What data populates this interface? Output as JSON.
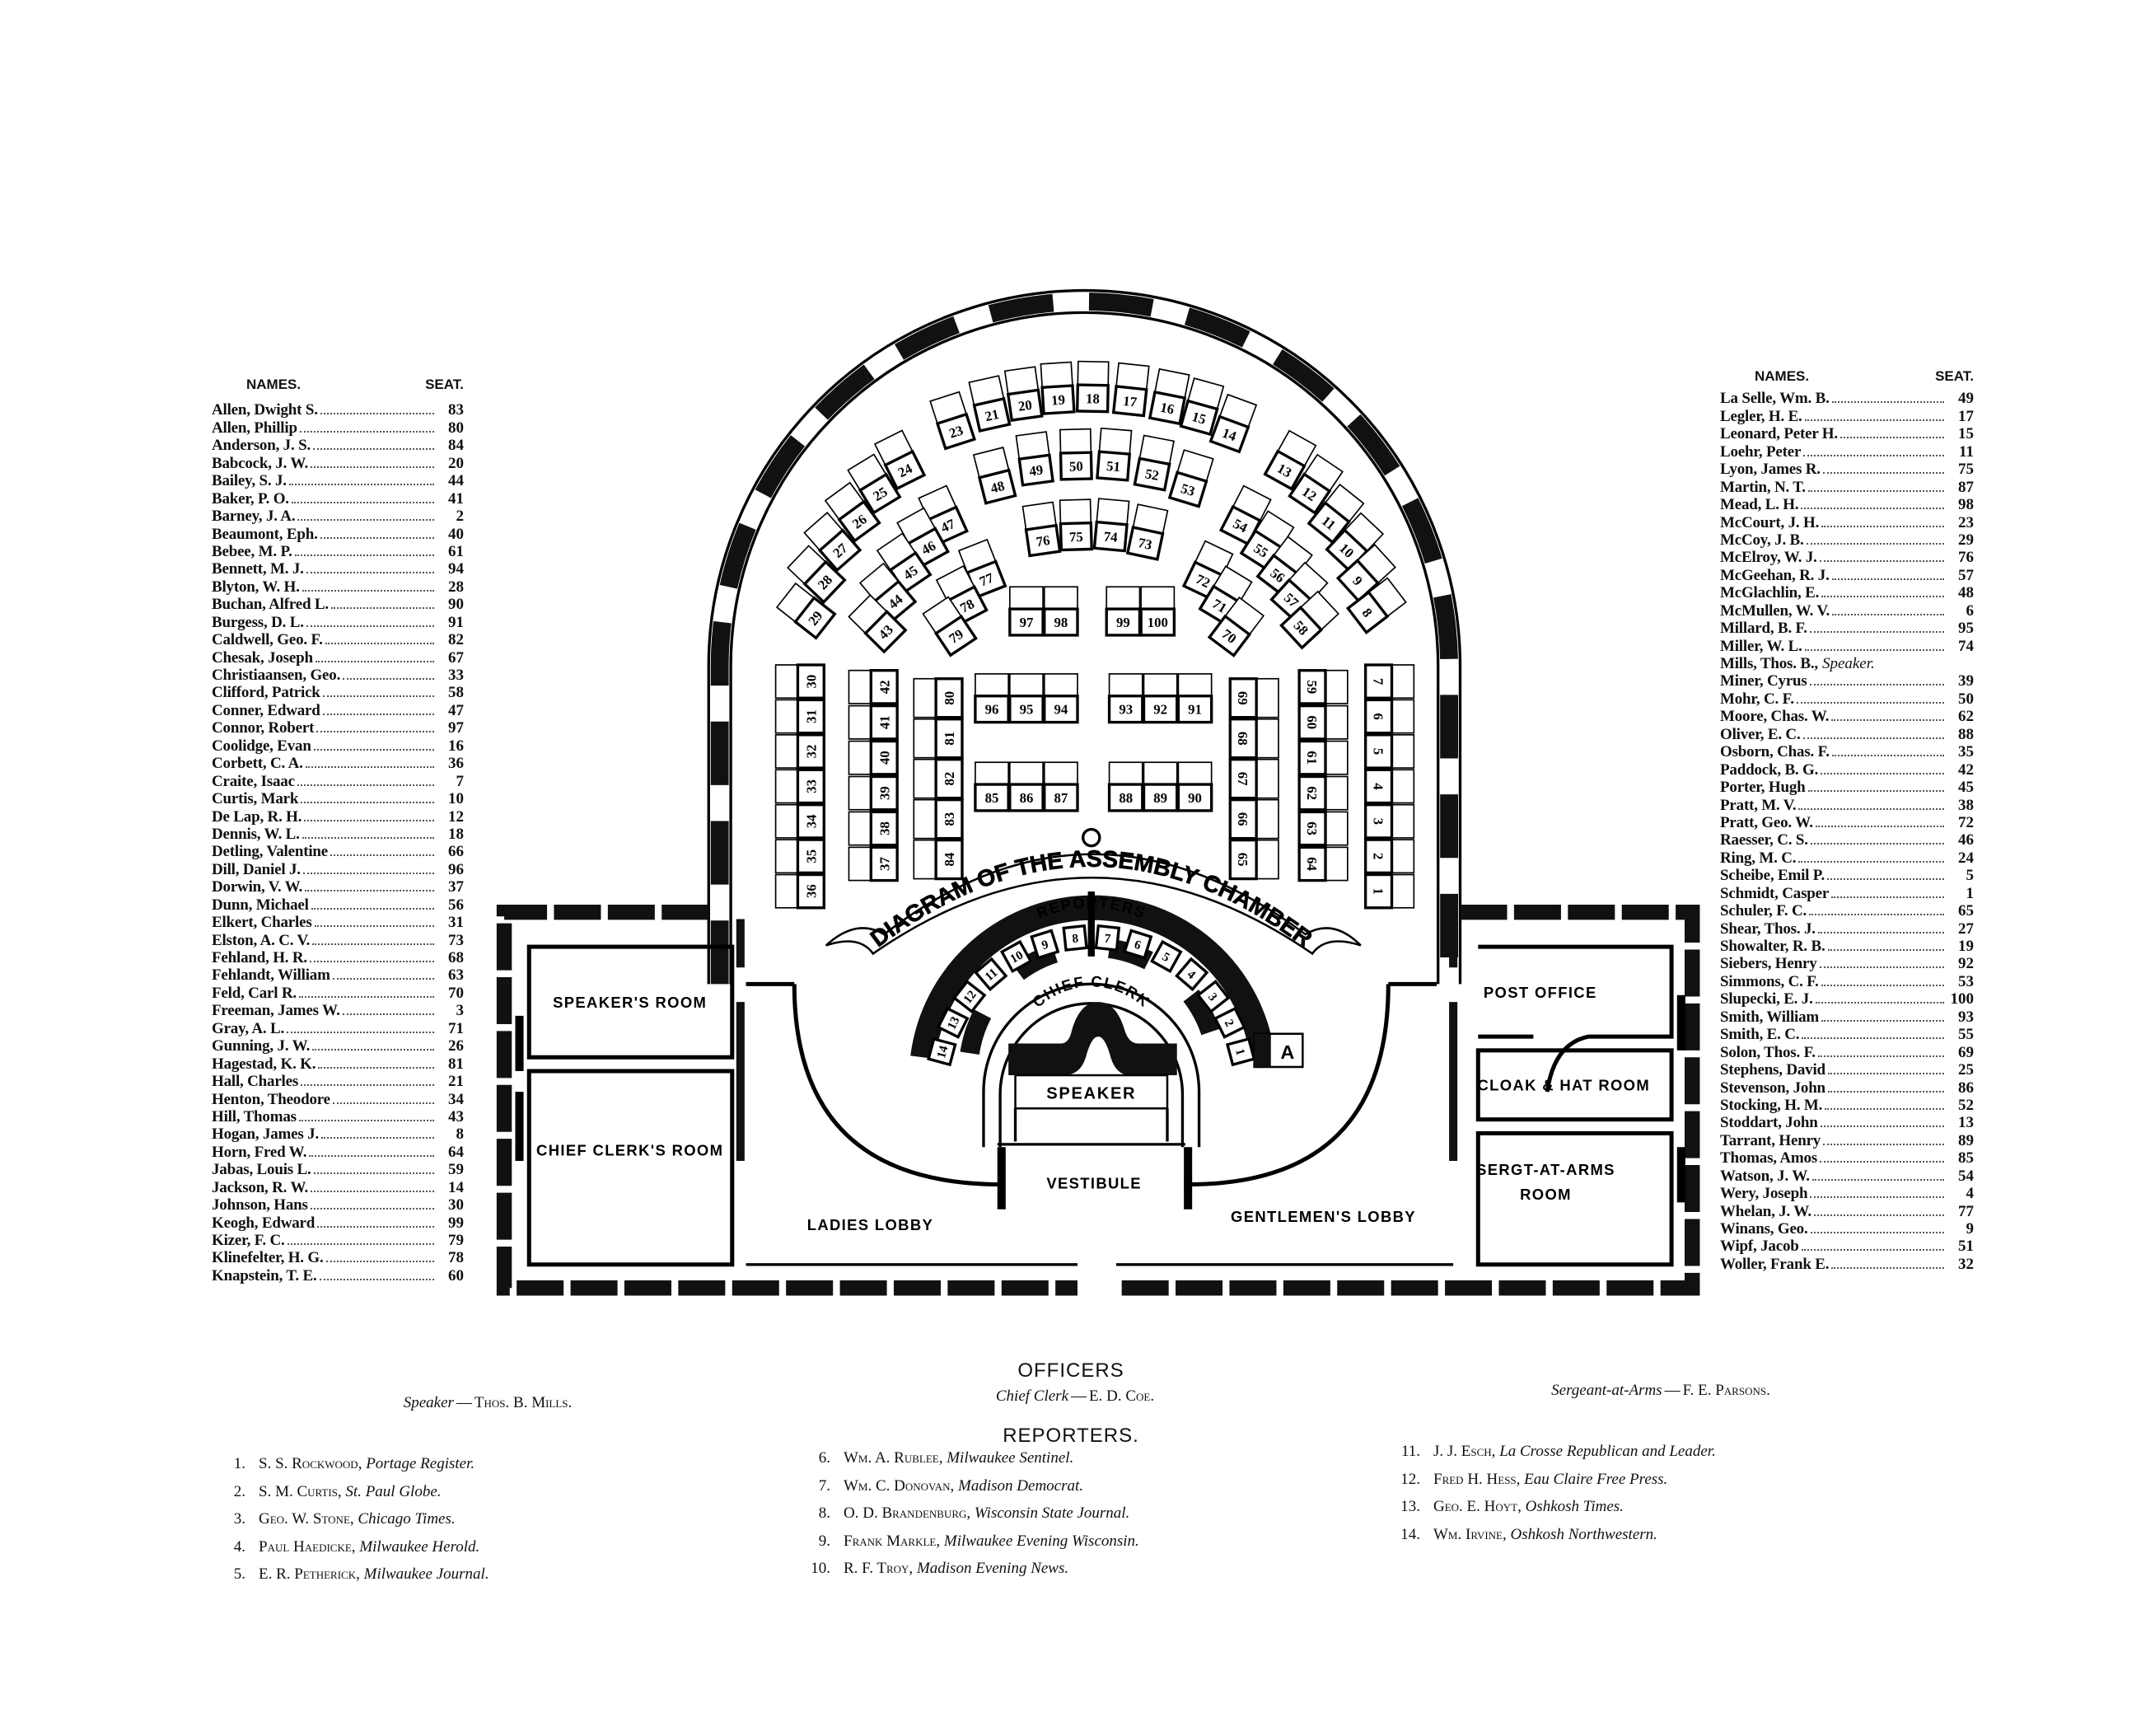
{
  "left_list": {
    "header_names": "NAMES.",
    "header_seat": "SEAT.",
    "members": [
      {
        "name": "Allen, Dwight S.",
        "seat": "83"
      },
      {
        "name": "Allen, Phillip",
        "seat": "80"
      },
      {
        "name": "Anderson, J. S.",
        "seat": "84"
      },
      {
        "name": "Babcock, J. W.",
        "seat": "20"
      },
      {
        "name": "Bailey, S. J.",
        "seat": "44"
      },
      {
        "name": "Baker, P. O.",
        "seat": "41"
      },
      {
        "name": "Barney, J. A.",
        "seat": "2"
      },
      {
        "name": "Beaumont, Eph.",
        "seat": "40"
      },
      {
        "name": "Bebee, M. P.",
        "seat": "61"
      },
      {
        "name": "Bennett, M. J.",
        "seat": "94"
      },
      {
        "name": "Blyton, W. H.",
        "seat": "28"
      },
      {
        "name": "Buchan, Alfred L.",
        "seat": "90"
      },
      {
        "name": "Burgess, D. L.",
        "seat": "91"
      },
      {
        "name": "Caldwell, Geo. F.",
        "seat": "82"
      },
      {
        "name": "Chesak, Joseph",
        "seat": "67"
      },
      {
        "name": "Christiaansen, Geo.",
        "seat": "33"
      },
      {
        "name": "Clifford, Patrick",
        "seat": "58"
      },
      {
        "name": "Conner, Edward",
        "seat": "47"
      },
      {
        "name": "Connor, Robert",
        "seat": "97"
      },
      {
        "name": "Coolidge, Evan",
        "seat": "16"
      },
      {
        "name": "Corbett, C. A.",
        "seat": "36"
      },
      {
        "name": "Craite, Isaac",
        "seat": "7"
      },
      {
        "name": "Curtis, Mark",
        "seat": "10"
      },
      {
        "name": "De Lap, R. H.",
        "seat": "12"
      },
      {
        "name": "Dennis, W. L.",
        "seat": "18"
      },
      {
        "name": "Detling, Valentine",
        "seat": "66"
      },
      {
        "name": "Dill, Daniel J.",
        "seat": "96"
      },
      {
        "name": "Dorwin, V. W.",
        "seat": "37"
      },
      {
        "name": "Dunn, Michael",
        "seat": "56"
      },
      {
        "name": "Elkert, Charles",
        "seat": "31"
      },
      {
        "name": "Elston, A. C. V.",
        "seat": "73"
      },
      {
        "name": "Fehland, H. R.",
        "seat": "68"
      },
      {
        "name": "Fehlandt, William",
        "seat": "63"
      },
      {
        "name": "Feld, Carl R.",
        "seat": "70"
      },
      {
        "name": "Freeman, James W.",
        "seat": "3"
      },
      {
        "name": "Gray, A. L.",
        "seat": "71"
      },
      {
        "name": "Gunning, J. W.",
        "seat": "26"
      },
      {
        "name": "Hagestad, K. K.",
        "seat": "81"
      },
      {
        "name": "Hall, Charles",
        "seat": "21"
      },
      {
        "name": "Henton, Theodore",
        "seat": "34"
      },
      {
        "name": "Hill, Thomas",
        "seat": "43"
      },
      {
        "name": "Hogan, James J.",
        "seat": "8"
      },
      {
        "name": "Horn, Fred W.",
        "seat": "64"
      },
      {
        "name": "Jabas, Louis L.",
        "seat": "59"
      },
      {
        "name": "Jackson, R. W.",
        "seat": "14"
      },
      {
        "name": "Johnson, Hans",
        "seat": "30"
      },
      {
        "name": "Keogh, Edward",
        "seat": "99"
      },
      {
        "name": "Kizer, F. C.",
        "seat": "79"
      },
      {
        "name": "Klinefelter, H. G.",
        "seat": "78"
      },
      {
        "name": "Knapstein, T. E.",
        "seat": "60"
      }
    ]
  },
  "right_list": {
    "header_names": "NAMES.",
    "header_seat": "SEAT.",
    "members": [
      {
        "name": "La Selle, Wm. B.",
        "seat": "49"
      },
      {
        "name": "Legler, H. E.",
        "seat": "17"
      },
      {
        "name": "Leonard, Peter H.",
        "seat": "15"
      },
      {
        "name": "Loehr, Peter",
        "seat": "11"
      },
      {
        "name": "Lyon, James R.",
        "seat": "75"
      },
      {
        "name": "Martin, N. T.",
        "seat": "87"
      },
      {
        "name": "Mead, L. H.",
        "seat": "98"
      },
      {
        "name": "McCourt, J. H.",
        "seat": "23"
      },
      {
        "name": "McCoy, J. B.",
        "seat": "29"
      },
      {
        "name": "McElroy, W. J.",
        "seat": "76"
      },
      {
        "name": "McGeehan, R. J.",
        "seat": "57"
      },
      {
        "name": "McGlachlin, E.",
        "seat": "48"
      },
      {
        "name": "McMullen, W. V.",
        "seat": "6"
      },
      {
        "name": "Millard, B. F.",
        "seat": "95"
      },
      {
        "name": "Miller, W. L.",
        "seat": "74"
      },
      {
        "name": "Mills, Thos. B.,",
        "note": "Speaker.",
        "seat": ""
      },
      {
        "name": "Miner, Cyrus",
        "seat": "39"
      },
      {
        "name": "Mohr, C. F.",
        "seat": "50"
      },
      {
        "name": "Moore, Chas. W.",
        "seat": "62"
      },
      {
        "name": "Oliver, E. C.",
        "seat": "88"
      },
      {
        "name": "Osborn, Chas. F.",
        "seat": "35"
      },
      {
        "name": "Paddock, B. G.",
        "seat": "42"
      },
      {
        "name": "Porter, Hugh",
        "seat": "45"
      },
      {
        "name": "Pratt, M. V.",
        "seat": "38"
      },
      {
        "name": "Pratt, Geo. W.",
        "seat": "72"
      },
      {
        "name": "Raesser, C. S.",
        "seat": "46"
      },
      {
        "name": "Ring, M. C.",
        "seat": "24"
      },
      {
        "name": "Scheibe, Emil P.",
        "seat": "5"
      },
      {
        "name": "Schmidt, Casper",
        "seat": "1"
      },
      {
        "name": "Schuler, F. C.",
        "seat": "65"
      },
      {
        "name": "Shear, Thos. J.",
        "seat": "27"
      },
      {
        "name": "Showalter, R. B.",
        "seat": "19"
      },
      {
        "name": "Siebers, Henry",
        "seat": "92"
      },
      {
        "name": "Simmons, C. F.",
        "seat": "53"
      },
      {
        "name": "Slupecki, E. J.",
        "seat": "100"
      },
      {
        "name": "Smith, William",
        "seat": "93"
      },
      {
        "name": "Smith, E. C.",
        "seat": "55"
      },
      {
        "name": "Solon, Thos. F.",
        "seat": "69"
      },
      {
        "name": "Stephens, David",
        "seat": "25"
      },
      {
        "name": "Stevenson, John",
        "seat": "86"
      },
      {
        "name": "Stocking, H. M.",
        "seat": "52"
      },
      {
        "name": "Stoddart, John",
        "seat": "13"
      },
      {
        "name": "Tarrant, Henry",
        "seat": "89"
      },
      {
        "name": "Thomas, Amos",
        "seat": "85"
      },
      {
        "name": "Watson, J. W.",
        "seat": "54"
      },
      {
        "name": "Wery, Joseph",
        "seat": "4"
      },
      {
        "name": "Whelan, J. W.",
        "seat": "77"
      },
      {
        "name": "Winans, Geo.",
        "seat": "9"
      },
      {
        "name": "Wipf, Jacob",
        "seat": "51"
      },
      {
        "name": "Woller, Frank E.",
        "seat": "32"
      }
    ]
  },
  "diagram": {
    "title": "DIAGRAM OF THE ASSEMBLY CHAMBER",
    "rooms": {
      "speakers_room": "SPEAKER'S ROOM",
      "chief_clerks_room": "CHIEF CLERK'S ROOM",
      "ladies_lobby": "LADIES LOBBY",
      "vestibule": "VESTIBULE",
      "gentlemens_lobby": "GENTLEMEN'S LOBBY",
      "post_office": "POST OFFICE",
      "cloak_room": "CLOAK & HAT ROOM",
      "sergt_room_line1": "SERGT-AT-ARMS",
      "sergt_room_line2": "ROOM"
    },
    "labels": {
      "reporters": "REPORTERS",
      "chief_clerk": "CHIEF CLERK",
      "speaker": "SPEAKER",
      "marker": "A"
    },
    "seat_groups": {
      "arc_top": [
        "23",
        "21",
        "20",
        "19",
        "18",
        "17",
        "16",
        "15",
        "14"
      ],
      "arc_middle": [
        "48",
        "49",
        "50",
        "51",
        "52",
        "53"
      ],
      "arc_inner": [
        "76",
        "75",
        "74",
        "73"
      ],
      "left_outer": [
        "24",
        "25",
        "26",
        "27",
        "28",
        "29"
      ],
      "left_middle": [
        "47",
        "46",
        "45",
        "44",
        "43"
      ],
      "left_inner": [
        "77",
        "78",
        "79"
      ],
      "right_outer": [
        "13",
        "12",
        "11",
        "10",
        "9",
        "8"
      ],
      "right_middle": [
        "54",
        "55",
        "56",
        "57",
        "58"
      ],
      "right_inner": [
        "72",
        "71",
        "70"
      ],
      "front_left": [
        "97",
        "98"
      ],
      "front_right": [
        "99",
        "100"
      ],
      "col_a": [
        "30",
        "31",
        "32",
        "33",
        "34",
        "35",
        "36"
      ],
      "col_b": [
        "42",
        "41",
        "40",
        "39",
        "38",
        "37"
      ],
      "col_c": [
        "80",
        "81",
        "82",
        "83",
        "84"
      ],
      "block_top_left": [
        "96",
        "95",
        "94"
      ],
      "block_top_right": [
        "93",
        "92",
        "91"
      ],
      "block_bottom_left": [
        "85",
        "86",
        "87"
      ],
      "block_bottom_right": [
        "88",
        "89",
        "90"
      ],
      "col_d": [
        "69",
        "68",
        "67",
        "66",
        "65"
      ],
      "col_e": [
        "59",
        "60",
        "61",
        "62",
        "63",
        "64"
      ],
      "col_f": [
        "7",
        "6",
        "5",
        "4",
        "3",
        "2",
        "1"
      ]
    },
    "reporter_seats_left": [
      "14",
      "13",
      "12",
      "11",
      "10",
      "9",
      "8"
    ],
    "reporter_seats_right": [
      "7",
      "6",
      "5",
      "4",
      "3",
      "2",
      "1"
    ]
  },
  "officers": {
    "heading": "OFFICERS",
    "speaker": {
      "role": "Speaker",
      "name": "Thos. B. Mills."
    },
    "chief_clerk": {
      "role": "Chief Clerk",
      "name": "E. D. Coe."
    },
    "sergeant": {
      "role": "Sergeant-at-Arms",
      "name": "F. E. Parsons."
    }
  },
  "reporters": {
    "heading": "REPORTERS.",
    "entries": [
      {
        "num": "1.",
        "name": "S. S. Rockwood,",
        "paper": "Portage Register."
      },
      {
        "num": "2.",
        "name": "S. M. Curtis,",
        "paper": "St. Paul Globe."
      },
      {
        "num": "3.",
        "name": "Geo. W. Stone,",
        "paper": "Chicago Times."
      },
      {
        "num": "4.",
        "name": "Paul Haedicke,",
        "paper": "Milwaukee Herold."
      },
      {
        "num": "5.",
        "name": "E. R. Petherick,",
        "paper": "Milwaukee Journal."
      },
      {
        "num": "6.",
        "name": "Wm. A. Rublee,",
        "paper": "Milwaukee Sentinel."
      },
      {
        "num": "7.",
        "name": "Wm. C. Donovan,",
        "paper": "Madison Democrat."
      },
      {
        "num": "8.",
        "name": "O. D. Brandenburg,",
        "paper": "Wisconsin State Journal."
      },
      {
        "num": "9.",
        "name": "Frank Markle,",
        "paper": "Milwaukee Evening Wisconsin."
      },
      {
        "num": "10.",
        "name": "R. F. Troy,",
        "paper": "Madison Evening News."
      },
      {
        "num": "11.",
        "name": "J. J. Esch,",
        "paper": "La Crosse Republican and Leader."
      },
      {
        "num": "12.",
        "name": "Fred H. Hess,",
        "paper": "Eau Claire Free Press."
      },
      {
        "num": "13.",
        "name": "Geo. E. Hoyt,",
        "paper": "Oshkosh Times."
      },
      {
        "num": "14.",
        "name": "Wm. Irvine,",
        "paper": "Oshkosh Northwestern."
      }
    ]
  }
}
